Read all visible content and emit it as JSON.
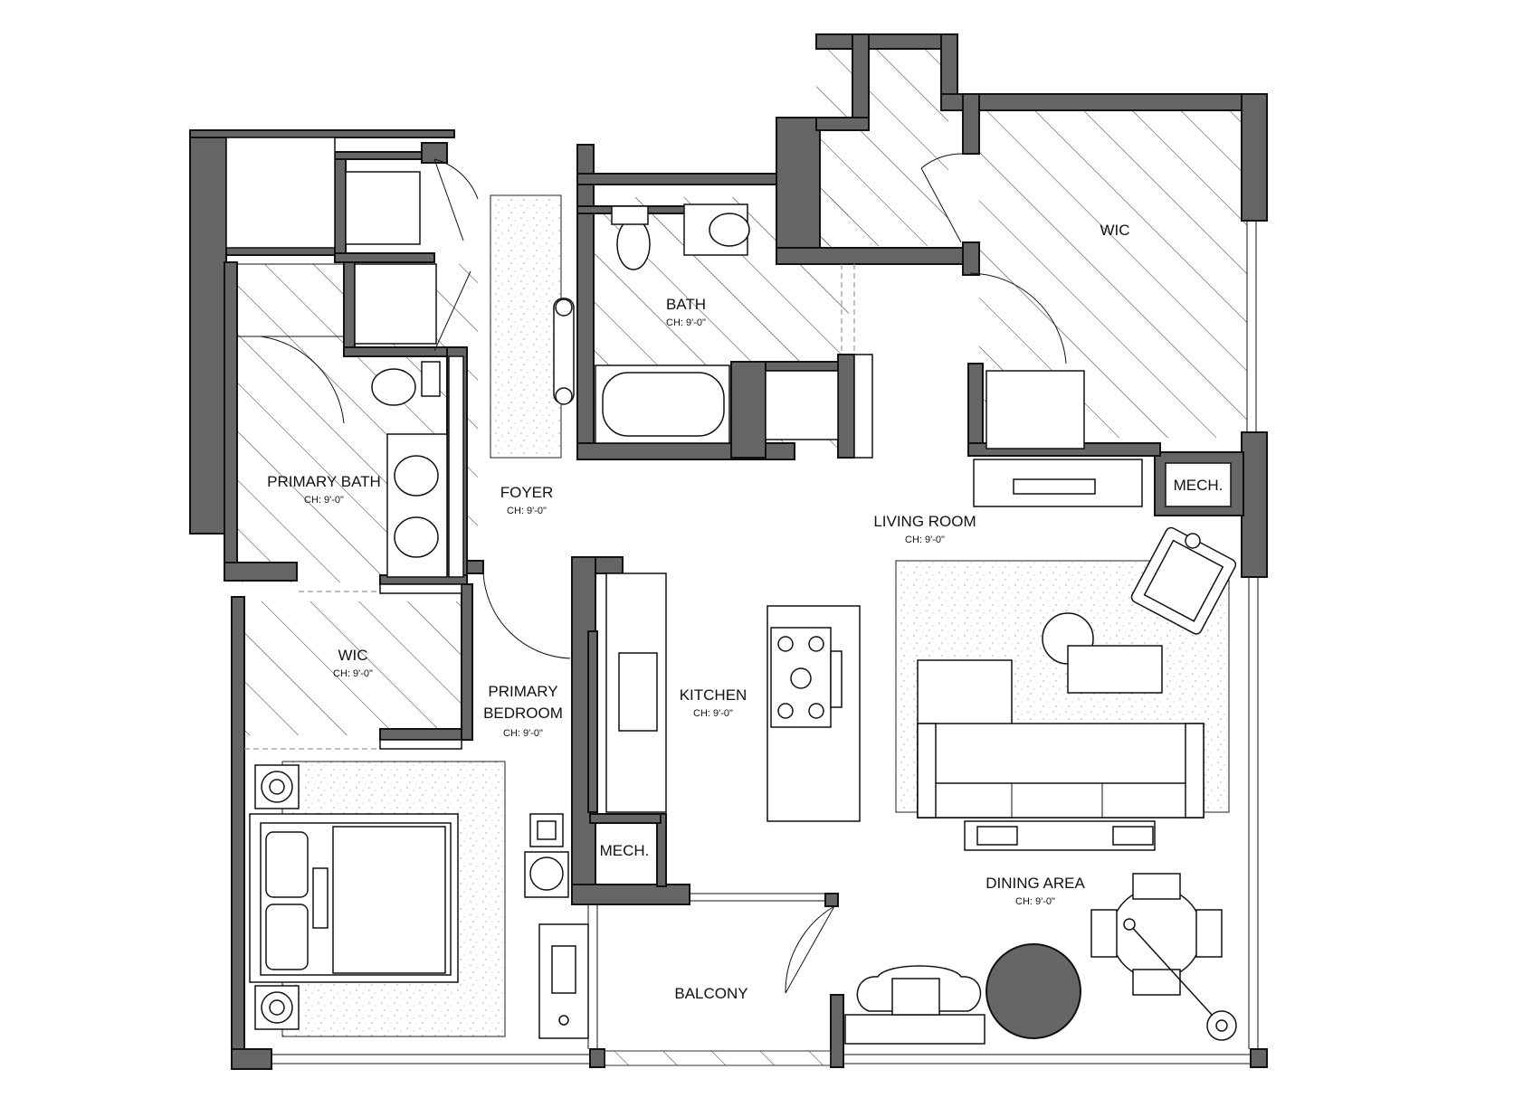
{
  "plan": {
    "rooms": {
      "wic_top": {
        "name": "WIC"
      },
      "bath": {
        "name": "BATH",
        "ch": "CH: 9'-0\""
      },
      "primary_bath": {
        "name": "PRIMARY BATH",
        "ch": "CH: 9'-0\""
      },
      "foyer": {
        "name": "FOYER",
        "ch": "CH: 9'-0\""
      },
      "living_room": {
        "name": "LIVING ROOM",
        "ch": "CH: 9'-0\""
      },
      "mech_right": {
        "name": "MECH."
      },
      "wic_left": {
        "name": "WIC",
        "ch": "CH: 9'-0\""
      },
      "primary_bedroom": {
        "name_line1": "PRIMARY",
        "name_line2": "BEDROOM",
        "ch": "CH: 9'-0\""
      },
      "kitchen": {
        "name": "KITCHEN",
        "ch": "CH: 9'-0\""
      },
      "mech_kitchen": {
        "name": "MECH."
      },
      "dining_area": {
        "name": "DINING AREA",
        "ch": "CH: 9'-0\""
      },
      "balcony": {
        "name": "BALCONY"
      }
    },
    "colors": {
      "wall": "#666666",
      "line": "#111111",
      "dining_table_round": "#666666"
    }
  }
}
